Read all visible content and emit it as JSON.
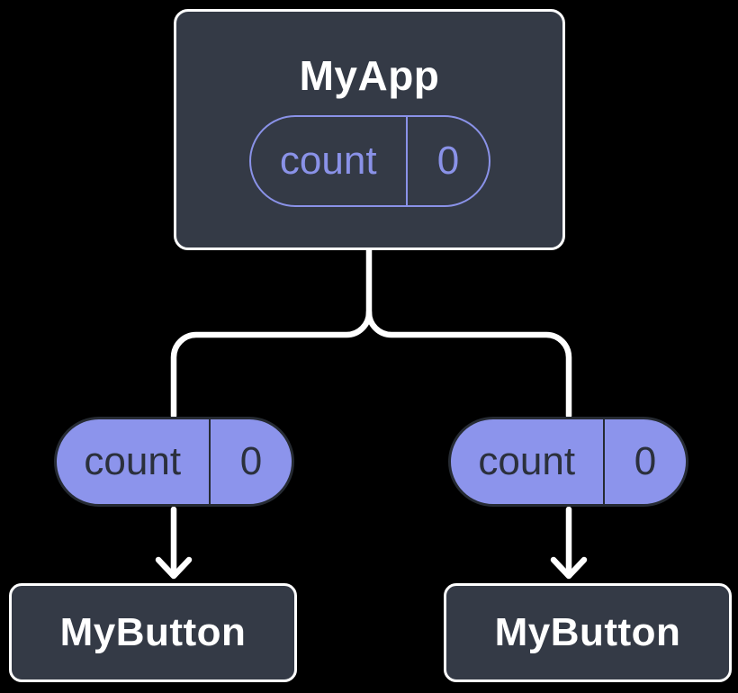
{
  "colors": {
    "background": "#000000",
    "node_fill": "#343A46",
    "node_border": "#FFFFFF",
    "line": "#FFFFFF",
    "purple": "#8A92E8",
    "pill_fill": "#8C94EC",
    "pill_border": "#262B33",
    "pill_text": "#2B303C"
  },
  "tree": {
    "root": {
      "label": "MyApp",
      "state": {
        "name": "count",
        "value": "0"
      }
    },
    "props": [
      {
        "name": "count",
        "value": "0"
      },
      {
        "name": "count",
        "value": "0"
      }
    ],
    "children": [
      {
        "label": "MyButton"
      },
      {
        "label": "MyButton"
      }
    ]
  }
}
